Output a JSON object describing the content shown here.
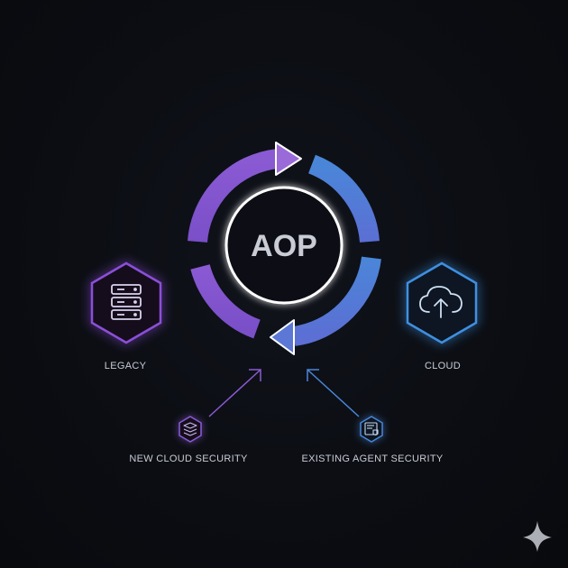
{
  "center": {
    "label": "AOP"
  },
  "nodes": {
    "legacy": {
      "label": "LEGACY",
      "icon": "server-stack-icon",
      "color": "#8b4fd8"
    },
    "cloud": {
      "label": "CLOUD",
      "icon": "cloud-upload-icon",
      "color": "#3f8fe0"
    },
    "new_cloud_security": {
      "label": "NEW CLOUD SECURITY",
      "icon": "layered-shield-icon",
      "color": "#8b5bd6"
    },
    "existing_agent_security": {
      "label": "EXISTING AGENT SECURITY",
      "icon": "document-shield-icon",
      "color": "#4a86d8"
    }
  },
  "colors": {
    "purple": "#8a5ad3",
    "blue": "#4a7fd6",
    "ring": "#ffffff",
    "background": "#0b0d12"
  },
  "watermark": {
    "icon": "sparkle-icon"
  }
}
